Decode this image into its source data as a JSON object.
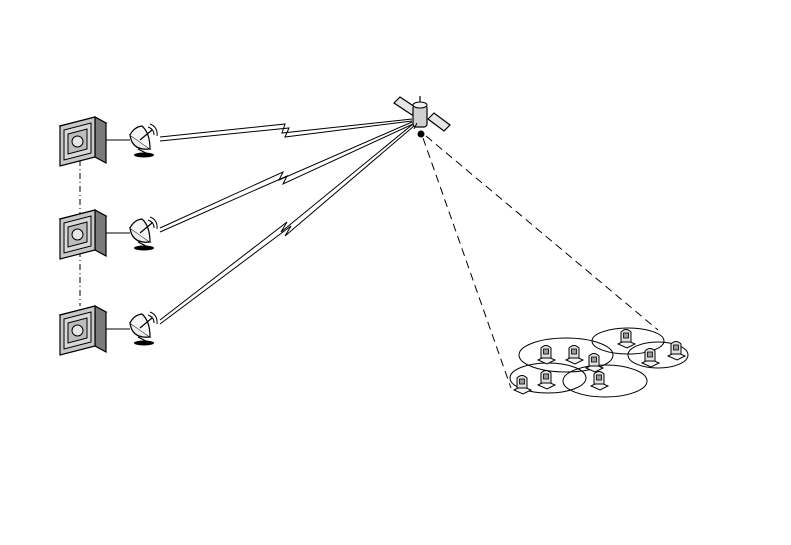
{
  "diagram": {
    "type": "satellite-network",
    "gateways": [
      {
        "id": "gateway-1"
      },
      {
        "id": "gateway-2"
      },
      {
        "id": "gateway-3"
      }
    ],
    "satellite": {
      "id": "satellite"
    },
    "terminals_count": 10,
    "beams_count": 5,
    "colors": {
      "stroke": "#000000",
      "server_light": "#e6e6e6",
      "server_mid": "#bdbdbd",
      "server_dark": "#7a7a7a",
      "background": "#ffffff"
    }
  }
}
